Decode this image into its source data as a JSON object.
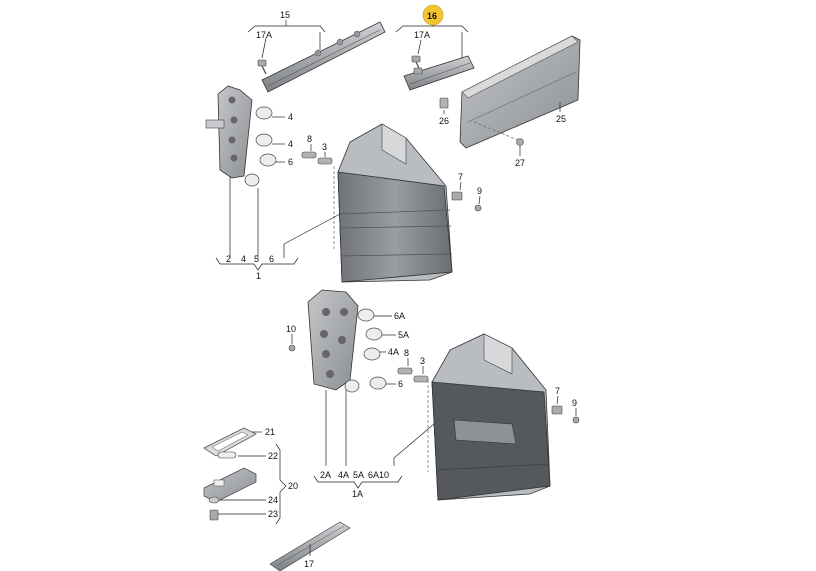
{
  "labels": {
    "l15": "15",
    "l17A_a": "17A",
    "l16": "16",
    "l17A_b": "17A",
    "l25": "25",
    "l26": "26",
    "l27": "27",
    "l4a": "4",
    "l4b": "4",
    "l6": "6",
    "l8a": "8",
    "l3a": "3",
    "l7a": "7",
    "l9a": "9",
    "l2": "2",
    "l4c": "4",
    "l5": "5",
    "l6b": "6",
    "l1": "1",
    "l10": "10",
    "l6A": "6A",
    "l5A": "5A",
    "l4A": "4A",
    "l6c": "6",
    "l8b": "8",
    "l3b": "3",
    "l7b": "7",
    "l9b": "9",
    "l2A": "2A",
    "l4A2": "4A",
    "l5A2": "5A",
    "l6A10": "6A10",
    "l1A": "1A",
    "l21": "21",
    "l22": "22",
    "l20": "20",
    "l24": "24",
    "l23": "23",
    "l17": "17"
  },
  "highlight": {
    "part": "16",
    "color": "#f3c431"
  },
  "colors": {
    "lens_dark": "#5c5f63",
    "lens_mid": "#8e9196",
    "housing": "#b9bcc0"
  }
}
